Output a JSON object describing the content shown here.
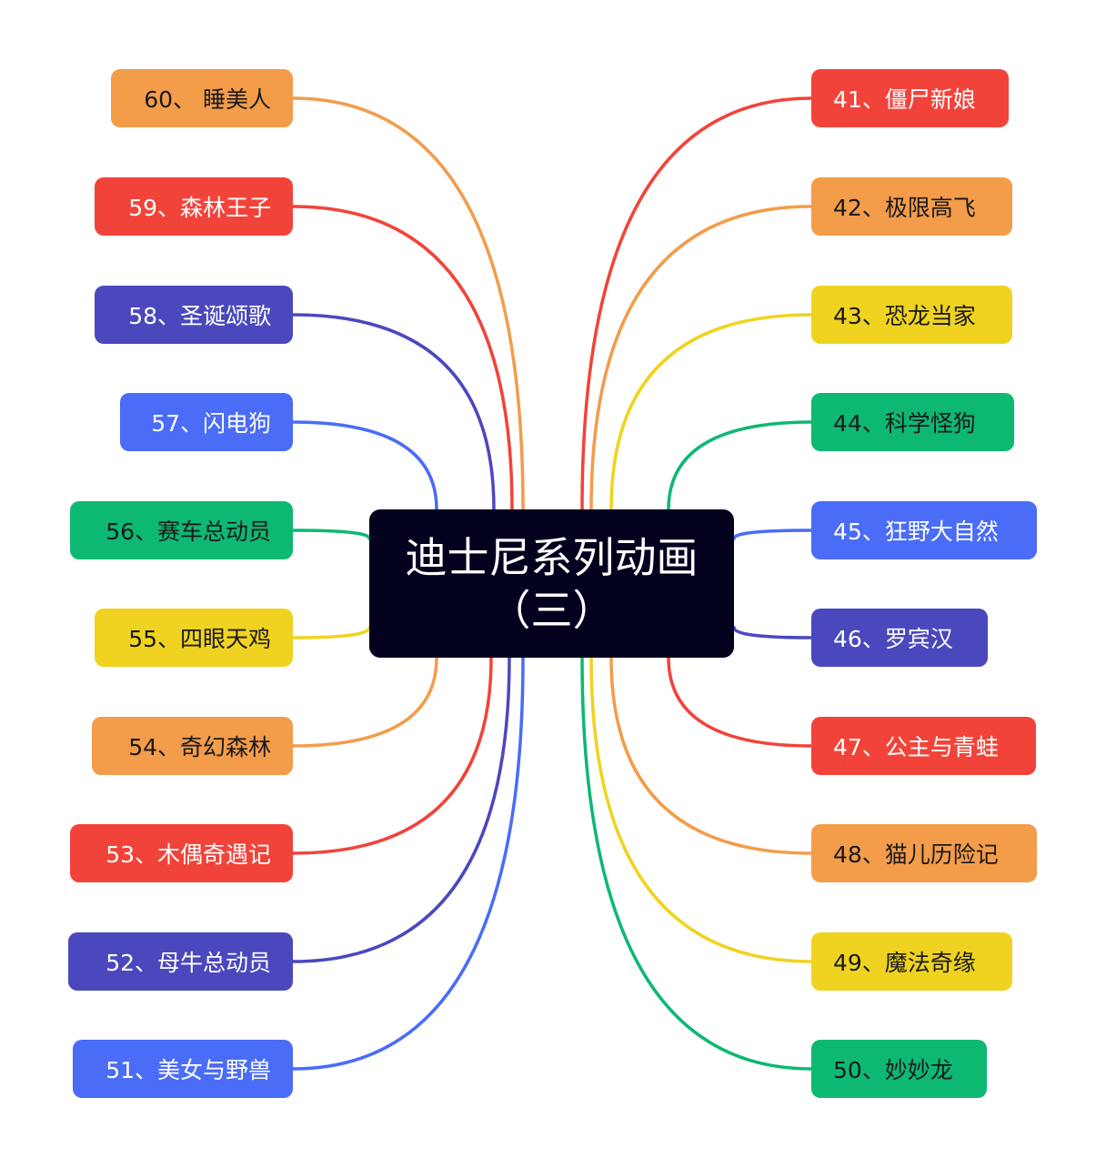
{
  "root": {
    "title_line1": "迪士尼系列动画",
    "title_line2": "（三）"
  },
  "colors": {
    "orange": "#F39C4A",
    "red": "#F2433A",
    "purple": "#4B48BE",
    "blue": "#4A6CF7",
    "green": "#0DB873",
    "yellow": "#F0D320",
    "root_bg": "#02021F"
  },
  "left_nodes": [
    {
      "label": "60、 睡美人",
      "color": "orange",
      "text": "#1a1a1a"
    },
    {
      "label": "59、森林王子",
      "color": "red",
      "text": "#ffffff"
    },
    {
      "label": "58、圣诞颂歌",
      "color": "purple",
      "text": "#ffffff"
    },
    {
      "label": "57、闪电狗",
      "color": "blue",
      "text": "#ffffff"
    },
    {
      "label": "56、赛车总动员",
      "color": "green",
      "text": "#1a1a1a"
    },
    {
      "label": "55、四眼天鸡",
      "color": "yellow",
      "text": "#1a1a1a"
    },
    {
      "label": "54、奇幻森林",
      "color": "orange",
      "text": "#1a1a1a"
    },
    {
      "label": "53、木偶奇遇记",
      "color": "red",
      "text": "#ffffff"
    },
    {
      "label": "52、母牛总动员",
      "color": "purple",
      "text": "#ffffff"
    },
    {
      "label": "51、美女与野兽",
      "color": "blue",
      "text": "#ffffff"
    }
  ],
  "right_nodes": [
    {
      "label": "41、僵尸新娘",
      "color": "red",
      "text": "#ffffff"
    },
    {
      "label": "42、极限高飞",
      "color": "orange",
      "text": "#1a1a1a"
    },
    {
      "label": "43、恐龙当家",
      "color": "yellow",
      "text": "#1a1a1a"
    },
    {
      "label": "44、科学怪狗",
      "color": "green",
      "text": "#1a1a1a"
    },
    {
      "label": "45、狂野大自然",
      "color": "blue",
      "text": "#ffffff"
    },
    {
      "label": "46、罗宾汉",
      "color": "purple",
      "text": "#ffffff"
    },
    {
      "label": "47、公主与青蛙",
      "color": "red",
      "text": "#ffffff"
    },
    {
      "label": "48、猫儿历险记",
      "color": "orange",
      "text": "#1a1a1a"
    },
    {
      "label": "49、魔法奇缘",
      "color": "yellow",
      "text": "#1a1a1a"
    },
    {
      "label": "50、妙妙龙",
      "color": "green",
      "text": "#1a1a1a"
    }
  ]
}
